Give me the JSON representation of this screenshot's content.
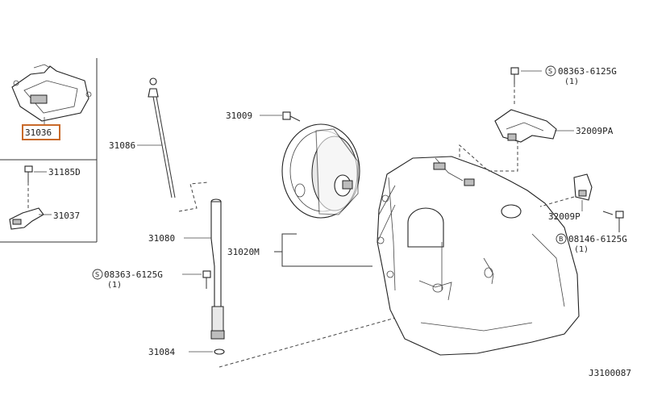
{
  "diagram": {
    "parts": {
      "p31036": "31036",
      "p31185d": "31185D",
      "p31037": "31037",
      "p31086": "31086",
      "p31080": "31080",
      "p31084": "31084",
      "p31009": "31009",
      "p31020m": "31020M",
      "p32009pa": "32009PA",
      "p32009p": "32009P"
    },
    "bolts": {
      "bolt_top_right": {
        "badge": "S",
        "code": "08363-6125G",
        "qty": "(1)"
      },
      "bolt_left": {
        "badge": "S",
        "code": "08363-6125G",
        "qty": "(1)"
      },
      "bolt_bracket": {
        "badge": "B",
        "code": "08146-6125G",
        "qty": "(1)"
      }
    },
    "drawing_id": "J3100087",
    "highlight_color": "#c96a2a"
  }
}
